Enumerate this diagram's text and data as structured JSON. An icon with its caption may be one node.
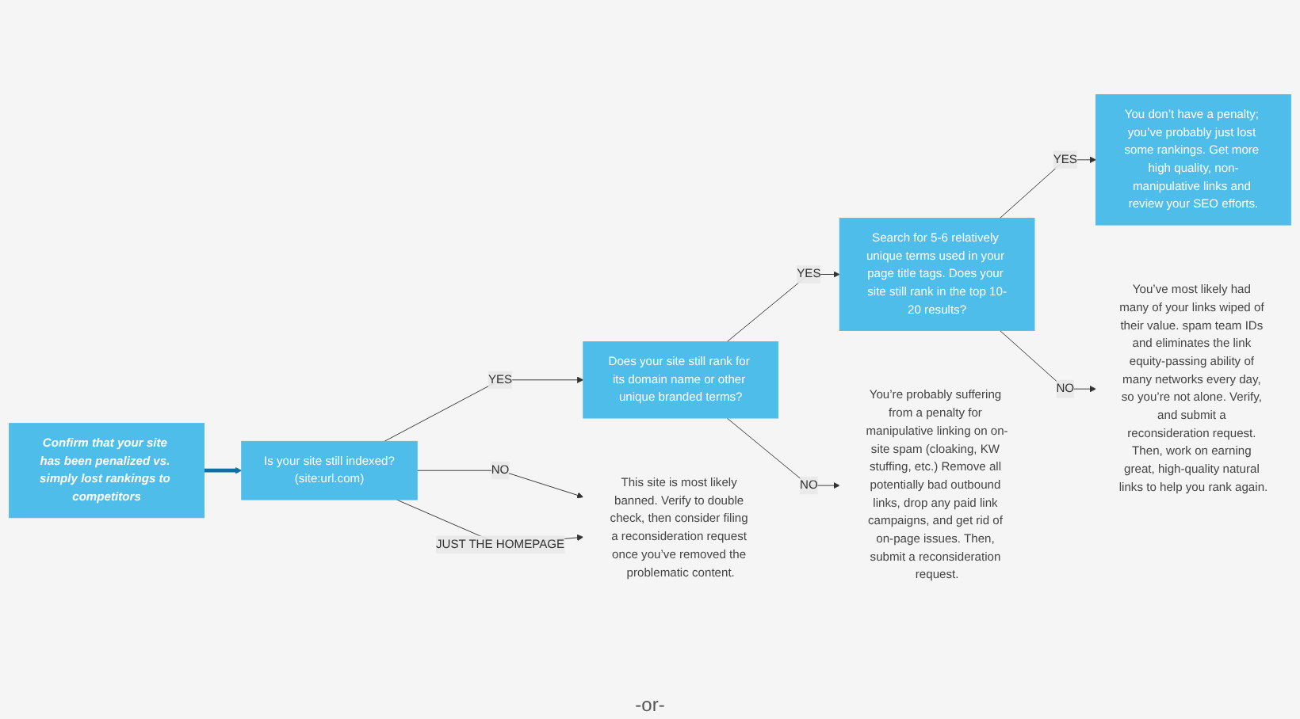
{
  "diagram": {
    "nodes": [
      {
        "text": [
          "Confirm that your site has been penalized vs. simply lost rankings to competitors"
        ]
      },
      {
        "text": [
          "Is your site still indexed?",
          "(site:url.com)"
        ]
      },
      {
        "text": [
          "Does your site still rank for its domain name or other unique branded terms?"
        ]
      },
      {
        "text": [
          "Search for 5-6 relatively unique terms used in your page title tags. Does your site still rank in the top 10-20 results?"
        ]
      },
      {
        "text": [
          "You don’t have a penalty; you’ve probably just lost some rankings. Get more high quality, non-manipulative links and review your SEO efforts."
        ]
      },
      {
        "text": [
          "This site is most likely banned. Verify to double check, then consider filing a reconsideration request once you’ve removed the problematic content."
        ]
      },
      {
        "text": [
          "You’re probably suffering from a penalty for manipulative linking on on-site spam (cloaking, KW stuffing, etc.) Remove all potentially bad outbound links, drop any paid link campaigns, and get rid of on-page issues. Then, submit a reconsideration request."
        ]
      },
      {
        "text": [
          "You’ve most likely had many of your links wiped of their value. spam team IDs and eliminates the link equity-passing ability of many networks every day, so you’re not alone. Verify, and submit a reconsideration request. Then, work on earning great, high-quality natural links to help you rank again."
        ]
      }
    ],
    "edges": [
      {
        "from": 0,
        "to": 1,
        "arrow": "to",
        "style": "thick",
        "color": "#0e6fa0"
      },
      {
        "from": 1,
        "to": 2,
        "arrow": "to",
        "label": "YES"
      },
      {
        "from": 2,
        "to": 3,
        "arrow": "to",
        "label": "YES"
      },
      {
        "from": 3,
        "to": 4,
        "arrow": "to",
        "label": "YES"
      },
      {
        "from": 1,
        "to": 5,
        "arrow": "to",
        "label": "NO"
      },
      {
        "from": 1,
        "to": 5,
        "arrow": "to",
        "label": "JUST THE HOMEPAGE"
      },
      {
        "from": 2,
        "to": 6,
        "arrow": "to",
        "label": "NO"
      },
      {
        "from": 3,
        "to": 7,
        "arrow": "to",
        "label": "NO"
      }
    ],
    "labels": [
      "-or-"
    ]
  }
}
